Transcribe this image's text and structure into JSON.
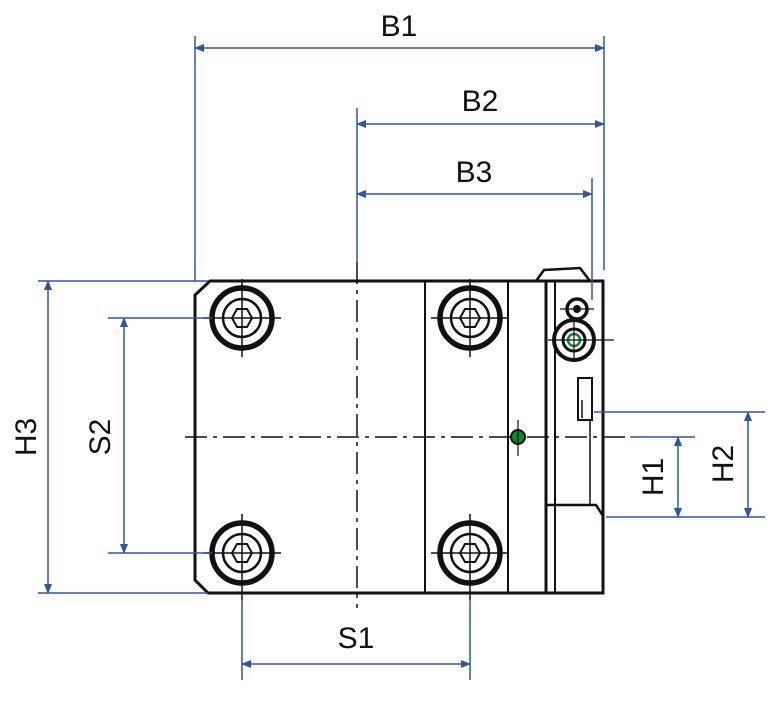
{
  "colors": {
    "part_line": "#111111",
    "dimension_line": "#2e56a6",
    "hole_marker": "#0a8a2a",
    "background": "#ffffff"
  },
  "dimensions": {
    "b1": "B1",
    "b2": "B2",
    "b3": "B3",
    "h1": "H1",
    "h2": "H2",
    "h3": "H3",
    "s1": "S1",
    "s2": "S2"
  }
}
